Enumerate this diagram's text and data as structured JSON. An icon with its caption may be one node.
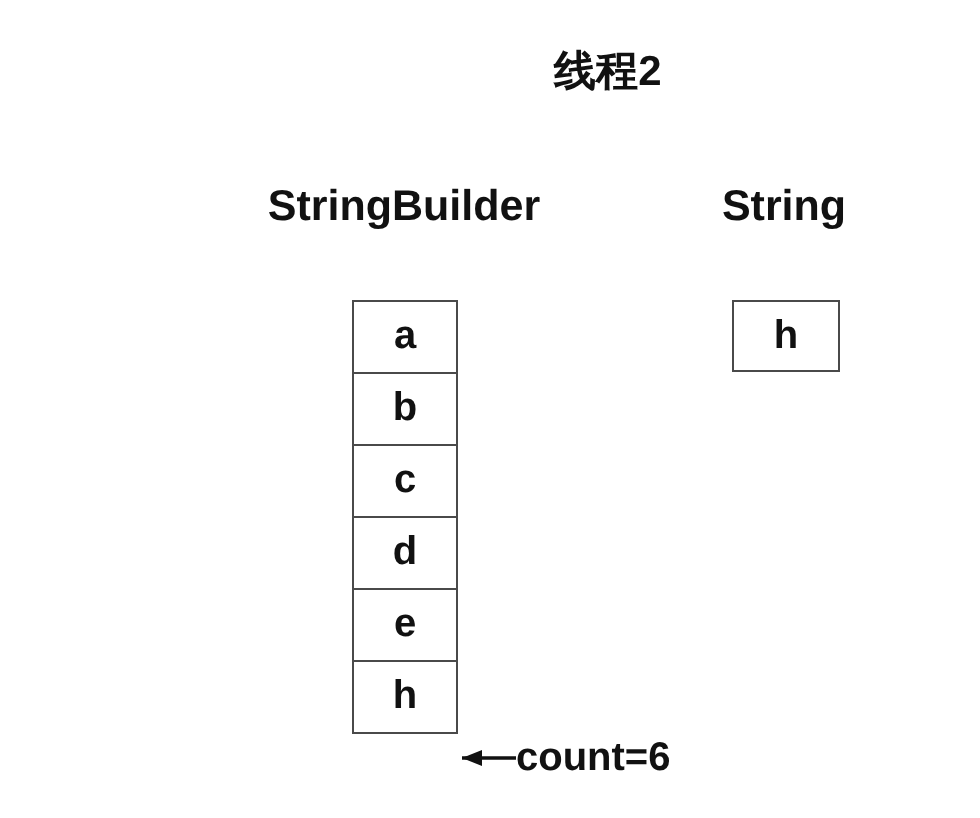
{
  "diagram": {
    "title": "线程2",
    "nodes": [
      {
        "text": [
          "a"
        ]
      },
      {
        "text": [
          "b"
        ]
      },
      {
        "text": [
          "c"
        ]
      },
      {
        "text": [
          "d"
        ]
      },
      {
        "text": [
          "e"
        ]
      },
      {
        "text": [
          "h"
        ]
      },
      {
        "text": [
          "h"
        ]
      },
      {
        "text": [
          "count=6"
        ]
      }
    ],
    "edges": [
      {
        "from": 7,
        "to": 5,
        "arrow": "to"
      }
    ],
    "labels": [
      "StringBuilder",
      "String"
    ]
  }
}
